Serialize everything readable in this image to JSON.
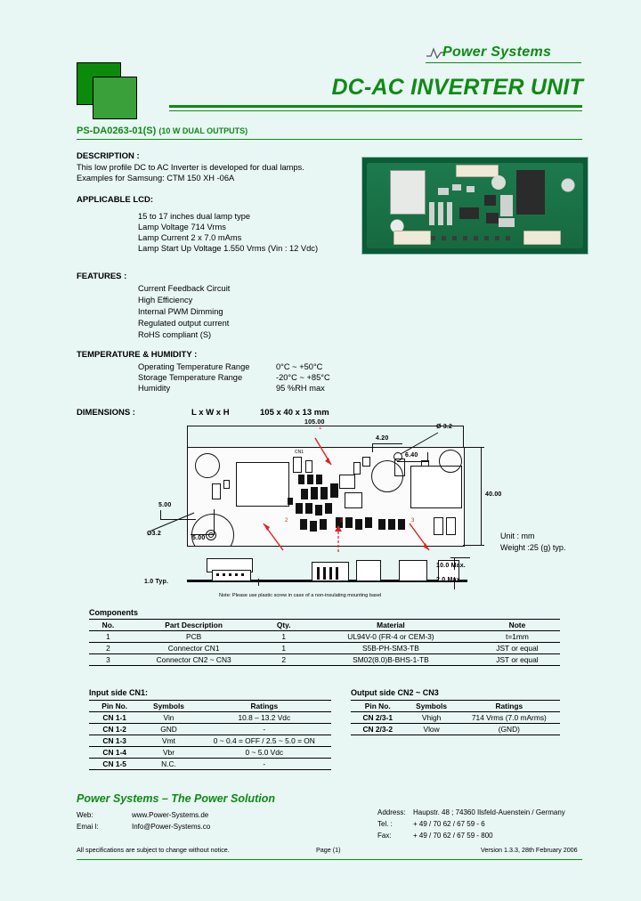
{
  "header": {
    "brand": "Power Systems",
    "title": "DC-AC INVERTER UNIT",
    "part_number": "PS-DA0263-01(S)",
    "part_suffix": "(10 W DUAL OUTPUTS)"
  },
  "description": {
    "heading": "DESCRIPTION :",
    "line1": "This low profile DC to AC Inverter is developed for dual lamps.",
    "line2": "Examples for Samsung: CTM 150 XH -06A"
  },
  "applicable_lcd": {
    "heading": "APPLICABLE LCD:",
    "items": [
      "15 to 17 inches dual lamp type",
      "Lamp Voltage   714 Vrms",
      "Lamp Current   2 x 7.0 mAms",
      "Lamp Start Up Voltage 1.550 Vrms (Vin : 12 Vdc)"
    ]
  },
  "features": {
    "heading": "FEATURES :",
    "items": [
      "Current Feedback Circuit",
      "High Efficiency",
      "Internal PWM Dimming",
      "Regulated output current",
      "RoHS compliant (S)"
    ]
  },
  "temperature": {
    "heading": "TEMPERATURE & HUMIDITY :",
    "rows": [
      {
        "label": "Operating Temperature Range",
        "value": "0°C ~ +50°C"
      },
      {
        "label": "Storage Temperature Range",
        "value": "-20°C ~ +85°C"
      },
      {
        "label": "Humidity",
        "value": "95 %RH max"
      }
    ]
  },
  "dimensions": {
    "heading": "DIMENSIONS :",
    "lwh_label": "L x W x H",
    "lwh_value": "105 x 40 x 13 mm",
    "len": "105.00",
    "width": "40.00",
    "hole_dia_top": "Ø 3.2",
    "hole_dia_left": "Ø3.2",
    "d420": "4.20",
    "d640": "6.40",
    "d500_a": "5.00",
    "d500_b": "5.00",
    "typ": "1.0  Typ.",
    "max10": "10.0  Max.",
    "max2": "2.0  Max.",
    "unit": "Unit : mm",
    "weight": "Weight :25 (g) typ.",
    "note": "Note: Please use plastic screw in case of a non-insulating mounting basel",
    "cn1_tag": "CN1"
  },
  "components_table": {
    "caption": "Components",
    "headers": [
      "No.",
      "Part Description",
      "Qty.",
      "Material",
      "Note"
    ],
    "rows": [
      [
        "1",
        "PCB",
        "1",
        "UL94V-0 (FR-4 or CEM-3)",
        "t=1mm"
      ],
      [
        "2",
        "Connector CN1",
        "1",
        "S5B-PH-SM3-TB",
        "JST or equal"
      ],
      [
        "3",
        "Connector CN2 ~ CN3",
        "2",
        "SM02(8.0)B-BHS-1-TB",
        "JST or equal"
      ]
    ]
  },
  "input_table": {
    "caption": "Input side CN1:",
    "headers": [
      "Pin No.",
      "Symbols",
      "Ratings"
    ],
    "rows": [
      [
        "CN 1-1",
        "Vin",
        "10.8 – 13.2 Vdc"
      ],
      [
        "CN 1-2",
        "GND",
        "-"
      ],
      [
        "CN 1-3",
        "Vmt",
        "0 ~ 0.4 = OFF / 2.5 ~ 5.0 = ON"
      ],
      [
        "CN 1-4",
        "Vbr",
        "0 ~ 5.0 Vdc"
      ],
      [
        "CN 1-5",
        "N.C.",
        "-"
      ]
    ]
  },
  "output_table": {
    "caption": "Output side CN2 ~ CN3",
    "headers": [
      "Pin No.",
      "Symbols",
      "Ratings"
    ],
    "rows": [
      [
        "CN 2/3-1",
        "Vhigh",
        "714 Vrms (7.0 mArms)"
      ],
      [
        "CN 2/3-2",
        "Vlow",
        "(GND)"
      ]
    ]
  },
  "footer": {
    "title": "Power Systems – The Power Solution",
    "web_label": "Web:",
    "web_value": "www.Power-Systems.de",
    "email_label": "Emai l:",
    "email_value": "Info@Power-Systems.co",
    "address_label": "Address:",
    "address_value": "Haupstr. 48 ; 74360 Ilsfeld-Auenstein / Germany",
    "tel_label": "Tel. :",
    "tel_value": "+ 49 / 70 62 / 67 59 - 6",
    "fax_label": "Fax:",
    "fax_value": "+ 49 / 70 62 / 67 59 - 800",
    "disclaimer": "All specifications are subject to change without notice.",
    "page": "Page (1)",
    "version": "Version 1.3.3, 28th February 2006"
  },
  "colors": {
    "brand_green": "#0f8a14",
    "page_bg": "#e8f6f4",
    "square_dark": "#0c8a0c",
    "square_light": "#39a03a",
    "arrow_red": "#e02020"
  }
}
